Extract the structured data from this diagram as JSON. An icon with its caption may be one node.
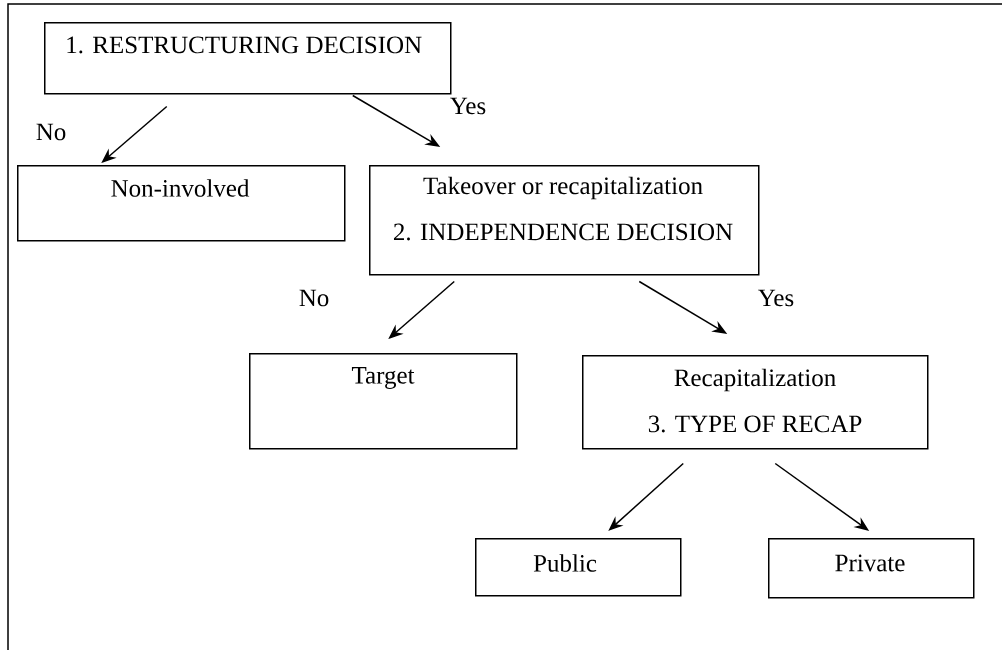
{
  "diagram": {
    "nodes": [
      {
        "text": [
          "1. RESTRUCTURING DECISION"
        ]
      },
      {
        "text": [
          "Non-involved"
        ]
      },
      {
        "text": [
          "Takeover or recapitalization",
          "2. INDEPENDENCE DECISION"
        ]
      },
      {
        "text": [
          "Target"
        ]
      },
      {
        "text": [
          "Recapitalization",
          "3. TYPE OF RECAP"
        ]
      },
      {
        "text": [
          "Public"
        ]
      },
      {
        "text": [
          "Private"
        ]
      }
    ],
    "edges": [
      {
        "from": 0,
        "to": 1,
        "arrow": "to",
        "label": "No"
      },
      {
        "from": 0,
        "to": 2,
        "arrow": "to",
        "label": "Yes"
      },
      {
        "from": 2,
        "to": 3,
        "arrow": "to",
        "label": "No"
      },
      {
        "from": 2,
        "to": 4,
        "arrow": "to",
        "label": "Yes"
      },
      {
        "from": 4,
        "to": 5,
        "arrow": "to"
      },
      {
        "from": 4,
        "to": 6,
        "arrow": "to"
      }
    ]
  }
}
